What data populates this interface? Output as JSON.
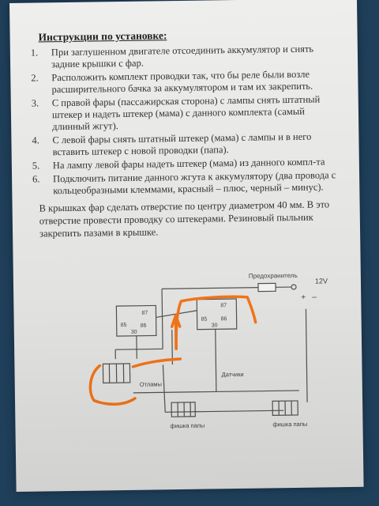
{
  "document": {
    "title": "Инструкции по установке:",
    "steps": [
      {
        "num": "1.",
        "text": "При заглушенном двигателе отсоединить аккумулятор и снять задние крышки с фар."
      },
      {
        "num": "2.",
        "text": "Расположить комплект проводки так, что бы реле были возле расширительного бачка за аккумулятором и там их закрепить."
      },
      {
        "num": "3.",
        "text": "С правой фары (пассажирская сторона) с лампы снять штатный штекер и надеть штекер (мама) с данного комплекта (самый длинный жгут)."
      },
      {
        "num": "4.",
        "text": "С левой фары снять штатный штекер (мама) с лампы и в него вставить штекер с новой проводки (папа)."
      },
      {
        "num": "5.",
        "text": "На лампу левой фары надеть штекер (мама) из данного компл-та"
      },
      {
        "num": "6.",
        "text": "Подключить питание данного жгута к аккумулятору (два провода с кольцеобразными клеммами, красный – плюс, черный – минус)."
      }
    ],
    "note": "В крышках фар сделать отверстие по центру диаметром 40 мм. В это отверстие провести проводку со штекерами. Резиновый пыльник закрепить пазами в крышке."
  },
  "diagram": {
    "fuse_label": "Предохранитель",
    "voltage_label": "12V",
    "plus_sign": "+",
    "minus_sign": "–",
    "relay_pins": {
      "p87": "87",
      "p85": "85",
      "p86": "86",
      "p30": "30"
    },
    "ground_label_1": "Отламы",
    "ground_label_2": "Датчики",
    "plug_right_label": "фишка папы",
    "plug_left_label": "фишка папы"
  },
  "colors": {
    "paper": "#eeeeec",
    "background": "#1f3f5a",
    "ink": "#333333",
    "wire": "#555555",
    "marker": "#ff7a1a"
  }
}
